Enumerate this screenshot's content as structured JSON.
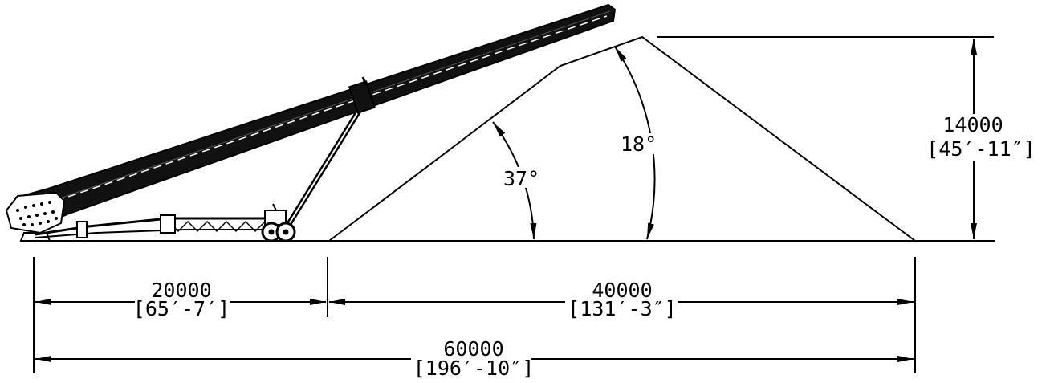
{
  "dimensions": {
    "height": {
      "mm": "14000",
      "imperial": "[45′-11″]"
    },
    "conveyor_length": {
      "mm": "20000",
      "imperial": "[65′-7′]"
    },
    "pile_base": {
      "mm": "40000",
      "imperial": "[131′-3″]"
    },
    "overall": {
      "mm": "60000",
      "imperial": "[196′-10″]"
    }
  },
  "angles": {
    "repose": "37°",
    "incline": "18°"
  }
}
